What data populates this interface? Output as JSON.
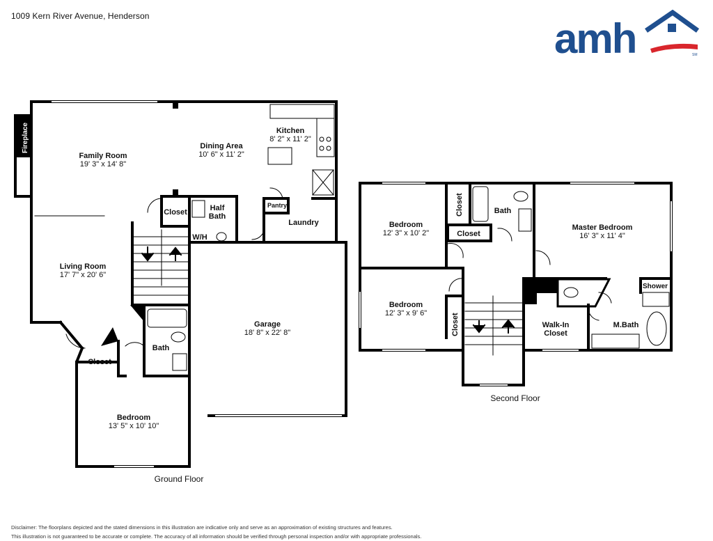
{
  "header": {
    "address": "1009 Kern River Avenue, Henderson",
    "brand": "amh",
    "brand_mark": "SM",
    "brand_colors": {
      "primary": "#1f4f8f",
      "accent": "#d9262c"
    }
  },
  "floors": {
    "ground": {
      "label": "Ground Floor",
      "rooms": {
        "fireplace": "Fireplace",
        "family_room": {
          "name": "Family Room",
          "dims": "19' 3\" x 14' 8\""
        },
        "dining_area": {
          "name": "Dining Area",
          "dims": "10' 6\" x 11' 2\""
        },
        "kitchen": {
          "name": "Kitchen",
          "dims": "8' 2\" x 11' 2\""
        },
        "closet": "Closet",
        "half_bath": {
          "line1": "Half",
          "line2": "Bath"
        },
        "pantry": "Pantry",
        "laundry": "Laundry",
        "wh": "W/H",
        "living_room": {
          "name": "Living Room",
          "dims": "17' 7\" x 20' 6\""
        },
        "garage": {
          "name": "Garage",
          "dims": "18' 8\" x 22' 8\""
        },
        "bath": "Bath",
        "closet2": "Closet",
        "bedroom": {
          "name": "Bedroom",
          "dims": "13' 5\" x 10' 10\""
        }
      }
    },
    "second": {
      "label": "Second Floor",
      "rooms": {
        "bedroom_a": {
          "name": "Bedroom",
          "dims": "12' 3\" x 10' 2\""
        },
        "closet_a": "Closet",
        "bath": "Bath",
        "closet_hall": "Closet",
        "master_bedroom": {
          "name": "Master Bedroom",
          "dims": "16' 3\" x 11' 4\""
        },
        "bedroom_b": {
          "name": "Bedroom",
          "dims": "12' 3\" x 9' 6\""
        },
        "closet_b": "Closet",
        "walk_in_closet": {
          "line1": "Walk-In",
          "line2": "Closet"
        },
        "m_bath": "M.Bath",
        "shower": "Shower"
      }
    }
  },
  "disclaimer": {
    "line1": "Disclaimer: The floorplans depicted and the stated dimensions in this illustration are indicative only and serve as an approximation of existing structures and features.",
    "line2": "This illustration is not guaranteed to be accurate or complete. The accuracy of all information should be verified through personal inspection and/or with appropriate professionals."
  }
}
